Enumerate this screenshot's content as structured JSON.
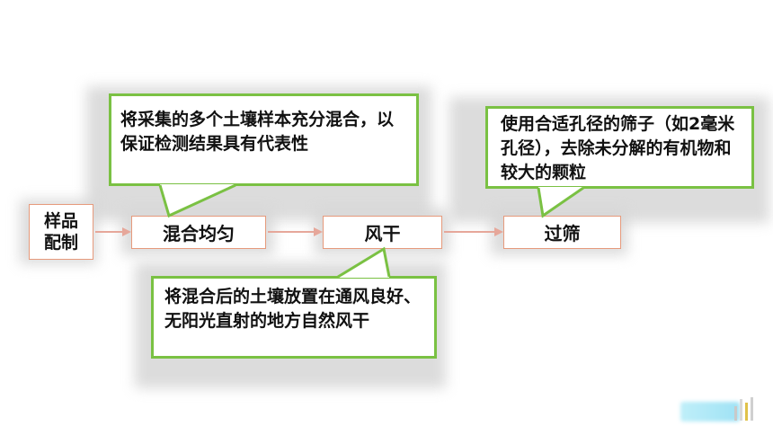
{
  "steps": {
    "sample": "样品\n配制",
    "mix": "混合均匀",
    "dry": "风干",
    "sieve": "过筛"
  },
  "callouts": {
    "mix": "将采集的多个土壤样本充分混合，以保证检测结果具有代表性",
    "dry": "将混合后的土壤放置在通风良好、无阳光直射的地方自然风干",
    "sieve": "使用合适孔径的筛子（如2毫米孔径），去除未分解的有机物和较大的颗粒"
  },
  "colors": {
    "step_border": "#e69a7c",
    "arrow": "#e6a79a",
    "callout_border": "#7ac143",
    "shadow": "#d6d6d6"
  }
}
